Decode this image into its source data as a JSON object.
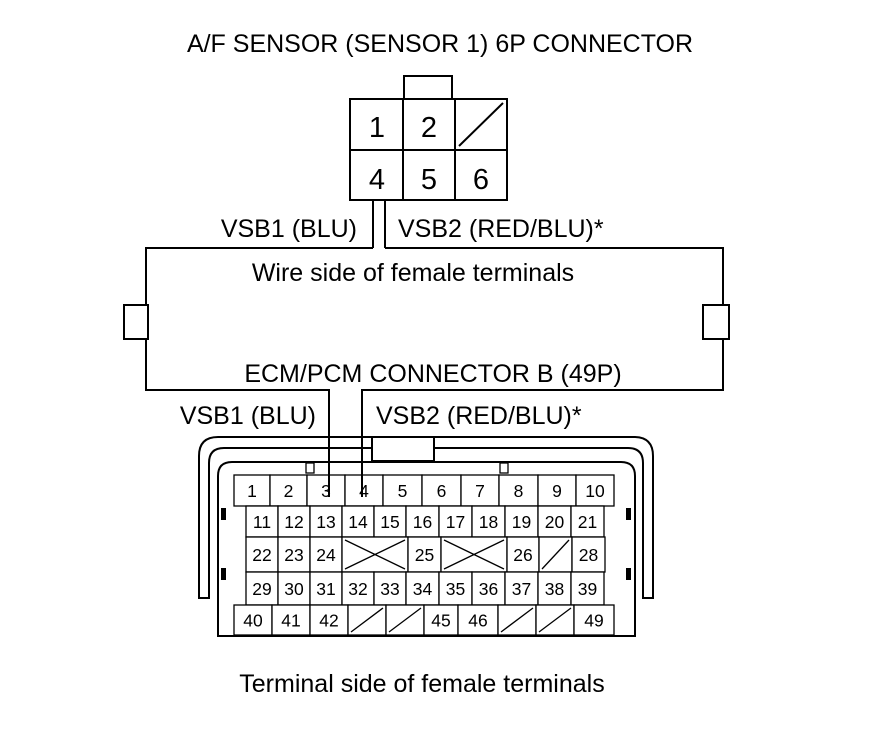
{
  "labels": {
    "title": "A/F SENSOR (SENSOR 1) 6P CONNECTOR",
    "vsb1_top": "VSB1 (BLU)",
    "vsb2_top": "VSB2 (RED/BLU)*",
    "wire_side": "Wire side of female terminals",
    "ecm_title": "ECM/PCM CONNECTOR B (49P)",
    "vsb1_bottom": "VSB1 (BLU)",
    "vsb2_bottom": "VSB2 (RED/BLU)*",
    "terminal_side": "Terminal side of female terminals"
  },
  "connector_6p": {
    "row1": [
      "1",
      "2",
      ""
    ],
    "row2": [
      "4",
      "5",
      "6"
    ]
  },
  "connector_49p": {
    "row1": [
      "1",
      "2",
      "3",
      "4",
      "5",
      "6",
      "7",
      "8",
      "9",
      "10"
    ],
    "row2": [
      "11",
      "12",
      "13",
      "14",
      "15",
      "16",
      "17",
      "18",
      "19",
      "20",
      "21"
    ],
    "row3": [
      "22",
      "23",
      "24",
      "",
      "",
      "25",
      "",
      "",
      "26",
      "",
      "28"
    ],
    "row4": [
      "29",
      "30",
      "31",
      "32",
      "33",
      "34",
      "35",
      "36",
      "37",
      "38",
      "39"
    ],
    "row5": [
      "40",
      "41",
      "42",
      "",
      "",
      "45",
      "46",
      "",
      "",
      "49"
    ]
  }
}
